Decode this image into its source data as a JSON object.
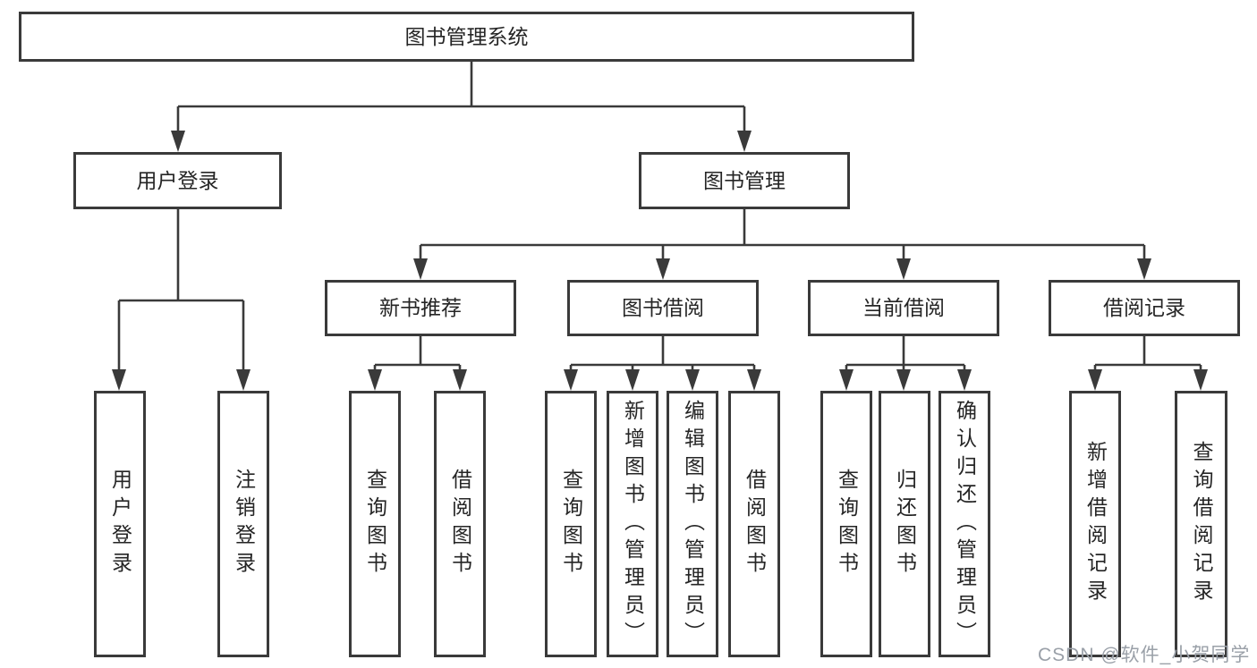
{
  "tree": {
    "label": "图书管理系统",
    "children": [
      {
        "label": "用户登录",
        "children": [
          {
            "label": "用户登录"
          },
          {
            "label": "注销登录"
          }
        ]
      },
      {
        "label": "图书管理",
        "children": [
          {
            "label": "新书推荐",
            "children": [
              {
                "label": "查询图书"
              },
              {
                "label": "借阅图书"
              }
            ]
          },
          {
            "label": "图书借阅",
            "children": [
              {
                "label": "查询图书"
              },
              {
                "label": "新增图书（管理员）"
              },
              {
                "label": "编辑图书（管理员）"
              },
              {
                "label": "借阅图书"
              }
            ]
          },
          {
            "label": "当前借阅",
            "children": [
              {
                "label": "查询图书"
              },
              {
                "label": "归还图书"
              },
              {
                "label": "确认归还（管理员）"
              }
            ]
          },
          {
            "label": "借阅记录",
            "children": [
              {
                "label": "新增借阅记录"
              },
              {
                "label": "查询借阅记录"
              }
            ]
          }
        ]
      }
    ]
  },
  "watermark": {
    "text": "CSDN @软件_小贺同学"
  },
  "colors": {
    "line": "#3a3a3a",
    "box_border": "#3a3a3a",
    "box_background": "#ffffff",
    "text": "#252525",
    "watermark": "#9aa0a8",
    "background": "#ffffff"
  }
}
